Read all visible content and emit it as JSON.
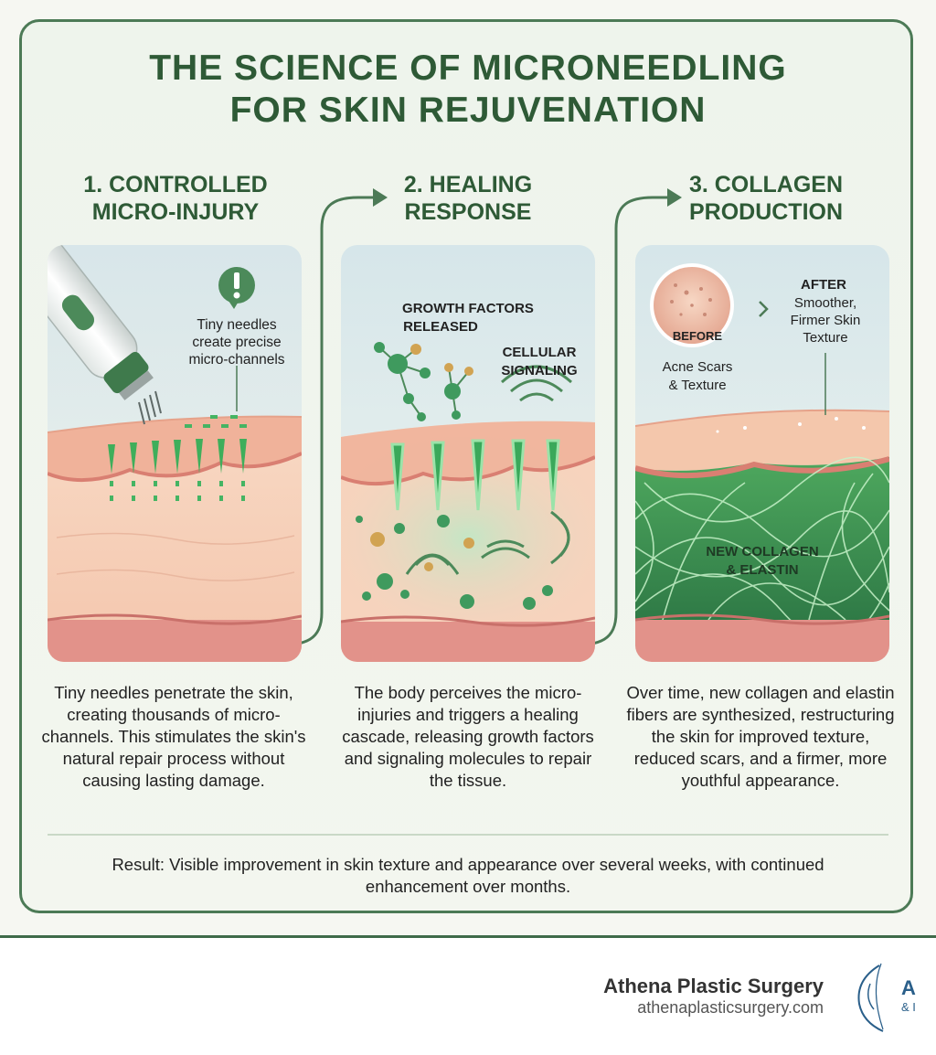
{
  "title": {
    "line1": "THE SCIENCE OF MICRONEEDLING",
    "line2": "FOR SKIN REJUVENATION"
  },
  "steps": [
    {
      "heading_line1": "1. CONTROLLED",
      "heading_line2": "MICRO-INJURY",
      "callout_line1": "Tiny needles",
      "callout_line2": "create precise",
      "callout_line3": "micro-channels",
      "description": "Tiny needles penetrate the skin, creating thousands of micro-channels. This stimulates the skin's natural repair process without causing lasting damage."
    },
    {
      "heading_line1": "2. HEALING",
      "heading_line2": "RESPONSE",
      "label_growth_line1": "GROWTH FACTORS",
      "label_growth_line2": "RELEASED",
      "label_signal_line1": "CELLULAR",
      "label_signal_line2": "SIGNALING",
      "description": "The body perceives the micro-injuries and triggers a healing cascade, releasing growth factors and signaling molecules to repair the tissue."
    },
    {
      "heading_line1": "3. COLLAGEN",
      "heading_line2": "PRODUCTION",
      "before_label": "BEFORE",
      "before_caption_line1": "Acne Scars",
      "before_caption_line2": "& Texture",
      "after_label": "AFTER",
      "after_caption_line1": "Smoother,",
      "after_caption_line2": "Firmer Skin",
      "after_caption_line3": "Texture",
      "collagen_line1": "NEW COLLAGEN",
      "collagen_line2": "& ELASTIN",
      "description": "Over time, new collagen and elastin fibers are synthesized, restructuring the skin for improved texture, reduced scars, and a firmer, more youthful appearance."
    }
  ],
  "result": "Result: Visible improvement in skin texture and appearance over several weeks, with continued enhancement over months.",
  "footer": {
    "brand_name": "Athena Plastic Surgery",
    "brand_url": "athenaplasticsurgery.com",
    "logo_partial_line1": "A",
    "logo_partial_line2": "& I"
  },
  "colors": {
    "primary_green": "#2e5a36",
    "border_green": "#4c7a56",
    "glow_green": "#4cc46a",
    "skin_top": "#f0b49a",
    "skin_dermis": "#f7d3bd",
    "skin_base": "#e08f86"
  }
}
